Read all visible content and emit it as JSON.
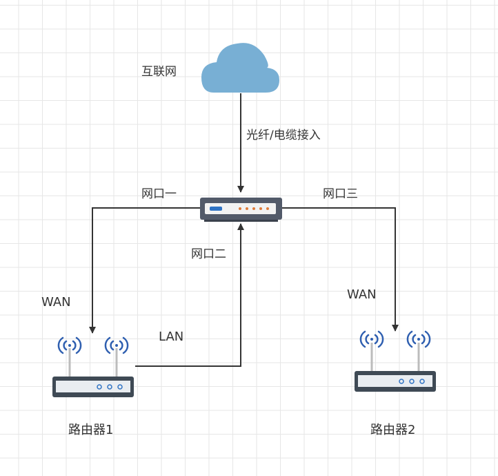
{
  "labels": {
    "internet": "互联网",
    "fiber_access": "光纤/电缆接入",
    "port_one": "网口一",
    "port_two": "网口二",
    "port_three": "网口三",
    "wan_left": "WAN",
    "wan_right": "WAN",
    "lan": "LAN",
    "router1": "路由器1",
    "router2": "路由器2"
  },
  "colors": {
    "cloud": "#78afd4",
    "line": "#333333",
    "switch_body": "#525a69",
    "switch_panel": "#f2f2f2",
    "switch_led": "#e07b39",
    "switch_led_blue": "#2f73c4",
    "router_body": "#3f4a55",
    "router_panel": "#e9edf1",
    "router_led": "#2f73c4",
    "antenna": "#bcbcbc",
    "signal": "#2f5fb0"
  },
  "icons": [
    "cloud-icon",
    "switch-icon",
    "router-icon",
    "wifi-signal-icon"
  ]
}
